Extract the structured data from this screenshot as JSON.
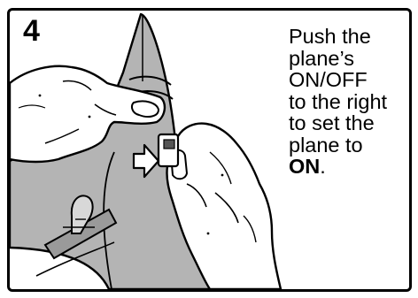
{
  "step": {
    "number": "4"
  },
  "instruction": {
    "lines": [
      "Push the",
      "plane’s",
      "ON/OFF",
      "to the right",
      "to set the",
      "plane to"
    ],
    "emphasis": "ON",
    "suffix": "."
  },
  "colors": {
    "plane_fill": "#b4b4b4",
    "outline": "#000000",
    "background": "#ffffff"
  },
  "icons": [
    "push-arrow-icon",
    "power-switch-icon"
  ]
}
